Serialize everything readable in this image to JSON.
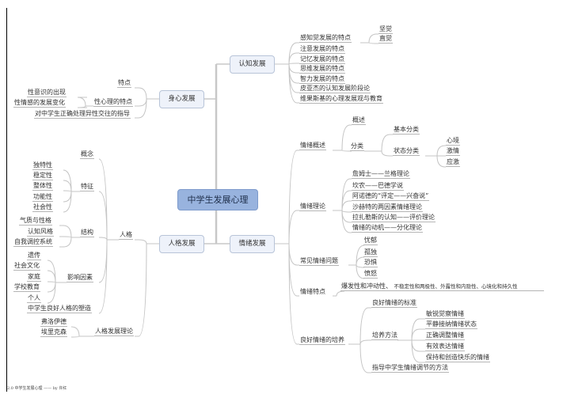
{
  "center": "中学生发展心理",
  "branches": {
    "cognitive": {
      "label": "认知发展",
      "items": [
        "感知觉发展的特点",
        "注意发展的特点",
        "记忆发展的特点",
        "思维发展的特点",
        "智力发展的特点",
        "皮亚杰的认知发展阶段论",
        "维果斯基的心理发展观与教育"
      ],
      "perception_sub": [
        "坚觉",
        "直觉"
      ]
    },
    "physical": {
      "label": "身心发展",
      "items": [
        "特点",
        "性心理的特点",
        "对中学生正确处理异性交往的指导"
      ],
      "sex_sub": [
        "性意识的出现",
        "性情感的发展变化"
      ]
    },
    "emotion": {
      "label": "情绪发展",
      "overview": {
        "label": "情绪概述",
        "summary": "概述",
        "classify": "分类",
        "basic": "基本分类",
        "state": "状态分类",
        "states": [
          "心境",
          "激情",
          "应激"
        ]
      },
      "theory": {
        "label": "情绪理论",
        "items": [
          "詹姆士——兰格理论",
          "坎农——巴德学说",
          "阿诺德的“评定——兴奋说”",
          "沙赫特的两因素情绪理论",
          "拉扎勒斯的认知——评价理论",
          "情绪的动机——分化理论"
        ]
      },
      "problems": {
        "label": "常见情绪问题",
        "items": [
          "忧郁",
          "孤独",
          "恐惧",
          "愤怒"
        ]
      },
      "traits": {
        "label": "情绪特点",
        "text1": "爆发性和冲动性、",
        "text2": "不稳定性和两极性、外露性和内隐性、心境化和持久性"
      },
      "cultivate": {
        "label": "良好情绪的培养",
        "standard": "良好情绪的标准",
        "methods": "培养方法",
        "method_items": [
          "敏锐觉察情绪",
          "平静接纳情绪状态",
          "正确调整情绪",
          "有效表达情绪",
          "保持和创造快乐的情绪"
        ],
        "guide": "指导中学生情绪调节的方法"
      }
    },
    "personality": {
      "label": "人格发展",
      "root": "人格",
      "concept": "概念",
      "feature": "特征",
      "features": [
        "独特性",
        "稳定性",
        "整体性",
        "功能性",
        "社会性"
      ],
      "structure": "结构",
      "structures": [
        "气质与性格",
        "认知风格",
        "自我调控系统"
      ],
      "factors": "影响因素",
      "factor_items": [
        "遗传",
        "社会文化",
        "家庭",
        "学校教育",
        "个人"
      ],
      "shaping": "中学生良好人格的塑造",
      "theory": "人格发展理论",
      "theories": [
        "弗洛伊德",
        "埃里克森"
      ]
    }
  },
  "footer": "2.0 中学生发展心理 —— by 许红",
  "colors": {
    "center_fill": "#98b3de",
    "box_fill": "#eef2fa",
    "line": "#b5b5b5"
  }
}
